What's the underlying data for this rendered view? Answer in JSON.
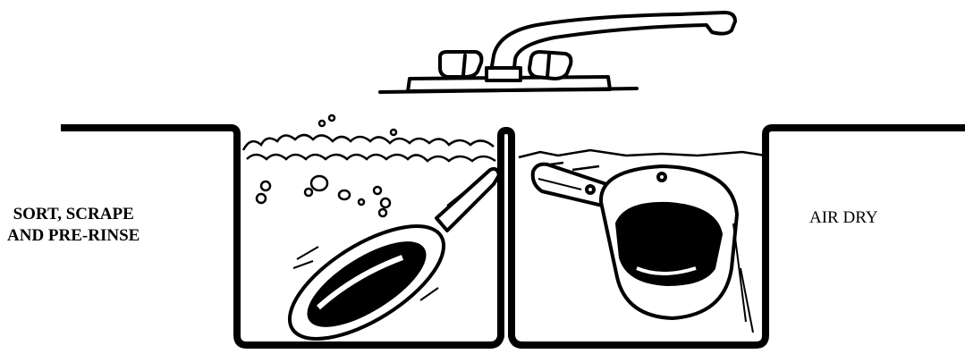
{
  "diagram": {
    "left_label_line1": "SORT, SCRAPE",
    "left_label_line2": "AND PRE-RINSE",
    "right_label": "AIR DRY"
  },
  "colors": {
    "ink": "#000000",
    "paper": "#ffffff"
  },
  "icons": {
    "faucet": "faucet-icon",
    "frying_pan": "frying-pan-icon",
    "saucepan": "saucepan-icon",
    "soap_bubbles": "bubbles-icon"
  }
}
